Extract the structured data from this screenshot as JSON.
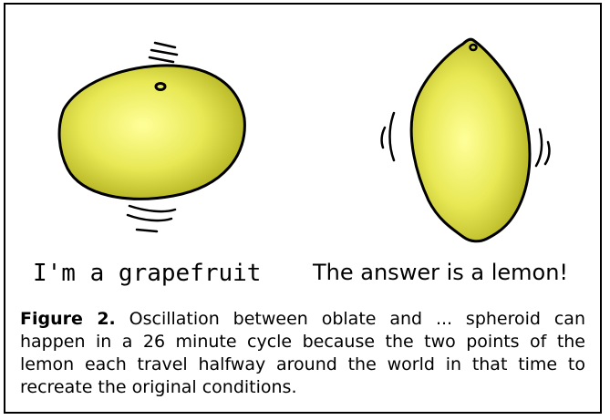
{
  "figure": {
    "left_label": "I'm a grapefruit",
    "right_label": "The answer is a lemon!",
    "caption_title": "Figure 2.",
    "caption_text": "Oscillation between oblate and ... spheroid can happen in a 26 minute cycle because the two points of the lemon each travel halfway around the world in that time to recreate the original conditions."
  },
  "colors": {
    "fruit_center": "#ffff99",
    "fruit_edge": "#b8b820",
    "outline": "#000000"
  }
}
